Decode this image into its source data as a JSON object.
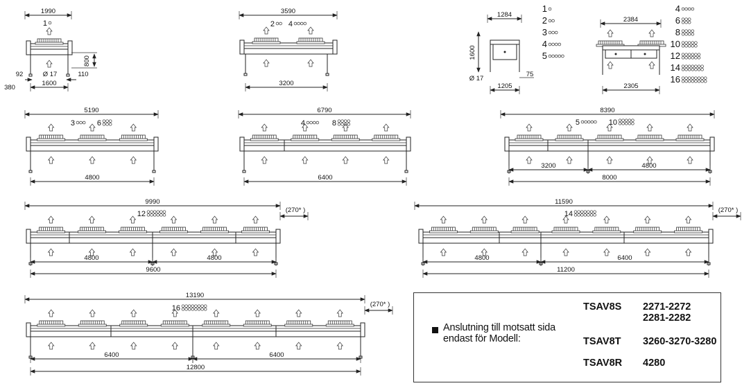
{
  "units": [
    {
      "id": "u1",
      "fans": 1,
      "length": "1990",
      "legs": [
        "1600"
      ],
      "extra": [
        {
          "label": "380"
        },
        {
          "label": "92"
        },
        {
          "label": "Ø 17"
        },
        {
          "label": "110"
        },
        {
          "label": "800"
        }
      ],
      "count": "1"
    },
    {
      "id": "u2",
      "fans": 2,
      "length": "3590",
      "legs": [
        "3200"
      ],
      "counts": [
        {
          "num": "2",
          "dots": 2
        },
        {
          "num": "4",
          "dots": 4
        }
      ]
    },
    {
      "id": "u3",
      "fans": 3,
      "length": "5190",
      "legs": [
        "4800"
      ],
      "counts": [
        {
          "num": "3",
          "dots": 3
        },
        {
          "num": "6",
          "dots": 6
        }
      ]
    },
    {
      "id": "u4",
      "fans": 4,
      "length": "6790",
      "legs": [
        "6400"
      ],
      "counts": [
        {
          "num": "4",
          "dots": 4
        },
        {
          "num": "8",
          "dots": 8
        }
      ]
    },
    {
      "id": "u5",
      "fans": 5,
      "length": "8390",
      "legs": [
        "3200",
        "4800"
      ],
      "total": "8000",
      "counts": [
        {
          "num": "5",
          "dots": 5
        },
        {
          "num": "10",
          "dots": 10
        }
      ]
    },
    {
      "id": "u6",
      "fans": 6,
      "length": "9990",
      "legs": [
        "4800",
        "4800"
      ],
      "total": "9600",
      "counts": [
        {
          "num": "12",
          "dots": 12
        }
      ],
      "note": "(270* )"
    },
    {
      "id": "u7",
      "fans": 7,
      "length": "11590",
      "legs": [
        "4800",
        "6400"
      ],
      "total": "11200",
      "counts": [
        {
          "num": "14",
          "dots": 14
        }
      ],
      "note": "(270* )"
    },
    {
      "id": "u8",
      "fans": 8,
      "length": "13190",
      "legs": [
        "6400",
        "6400"
      ],
      "total": "12800",
      "counts": [
        {
          "num": "16",
          "dots": 16
        }
      ],
      "note": "(270* )"
    }
  ],
  "side_view": {
    "width_top": "1284",
    "width_bottom": "1205",
    "height": "1600",
    "hole": "Ø 17",
    "offset": "75"
  },
  "double_view": {
    "width_top": "2384",
    "width_bottom": "2305"
  },
  "legend_single": [
    {
      "num": "1",
      "dots": 1
    },
    {
      "num": "2",
      "dots": 2
    },
    {
      "num": "3",
      "dots": 3
    },
    {
      "num": "4",
      "dots": 4
    },
    {
      "num": "5",
      "dots": 5
    }
  ],
  "legend_double": [
    {
      "num": "4",
      "dots": 4
    },
    {
      "num": "6",
      "dots": 6
    },
    {
      "num": "8",
      "dots": 8
    },
    {
      "num": "10",
      "dots": 10
    },
    {
      "num": "12",
      "dots": 12
    },
    {
      "num": "14",
      "dots": 14
    },
    {
      "num": "16",
      "dots": 16
    }
  ],
  "note": {
    "line1": "Anslutning till motsatt sida",
    "line2": "endast för Modell:",
    "models": [
      {
        "name": "TSAV8S",
        "codes": [
          "2271-2272",
          "2281-2282"
        ]
      },
      {
        "name": "TSAV8T",
        "codes": [
          "3260-3270-3280"
        ]
      },
      {
        "name": "TSAV8R",
        "codes": [
          "4280"
        ]
      }
    ]
  }
}
